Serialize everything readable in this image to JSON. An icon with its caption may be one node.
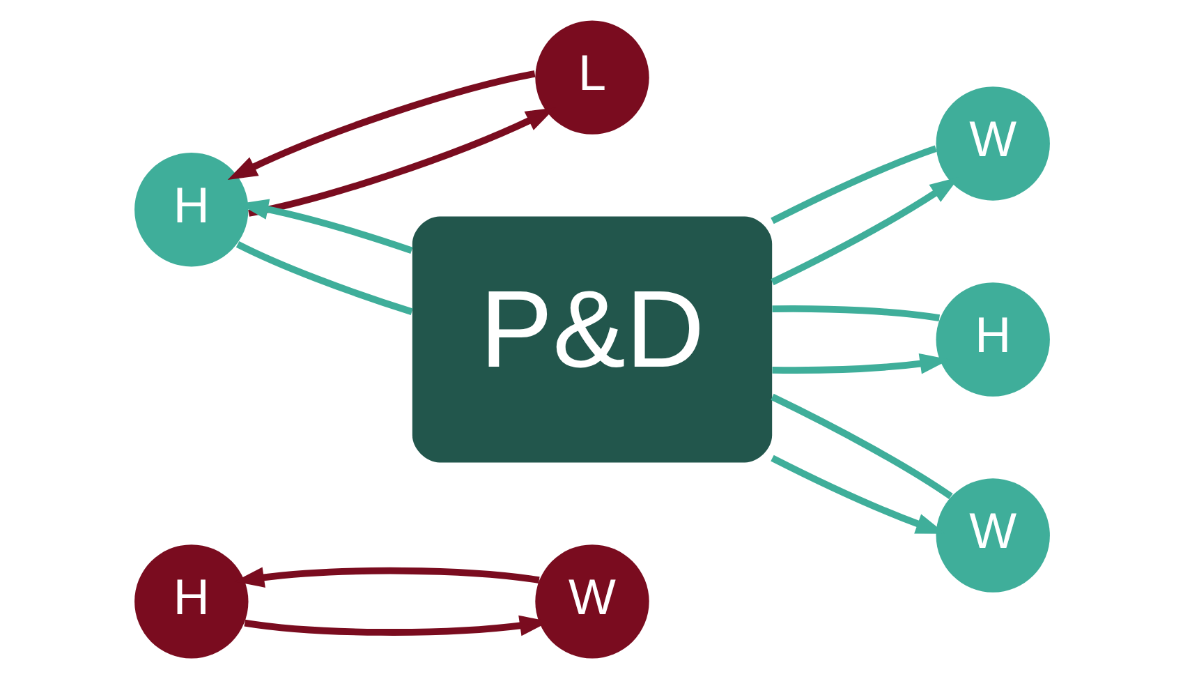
{
  "diagram": {
    "nodes": [
      {
        "text": [
          "H"
        ]
      },
      {
        "text": [
          "W"
        ]
      },
      {
        "text": [
          "H"
        ]
      },
      {
        "text": [
          "L"
        ]
      },
      {
        "text": [
          "P&D"
        ]
      },
      {
        "text": [
          "W"
        ]
      },
      {
        "text": [
          "H"
        ]
      },
      {
        "text": [
          "W"
        ]
      }
    ],
    "edges": [
      {
        "from": 0,
        "to": 1,
        "arrow": "to",
        "color": "#7a0c1f"
      },
      {
        "from": 1,
        "to": 0,
        "arrow": "to",
        "color": "#7a0c1f"
      },
      {
        "from": 2,
        "to": 3,
        "arrow": "to",
        "color": "#7a0c1f"
      },
      {
        "from": 3,
        "to": 2,
        "arrow": "to",
        "color": "#7a0c1f"
      },
      {
        "from": 2,
        "to": 4,
        "arrow": "none"
      },
      {
        "from": 4,
        "to": 2,
        "arrow": "to"
      },
      {
        "from": 5,
        "to": 4,
        "arrow": "none"
      },
      {
        "from": 4,
        "to": 5,
        "arrow": "to"
      },
      {
        "from": 4,
        "to": 6,
        "arrow": "to"
      },
      {
        "from": 6,
        "to": 4,
        "arrow": "none"
      },
      {
        "from": 7,
        "to": 4,
        "arrow": "none"
      },
      {
        "from": 4,
        "to": 7,
        "arrow": "to"
      }
    ]
  }
}
